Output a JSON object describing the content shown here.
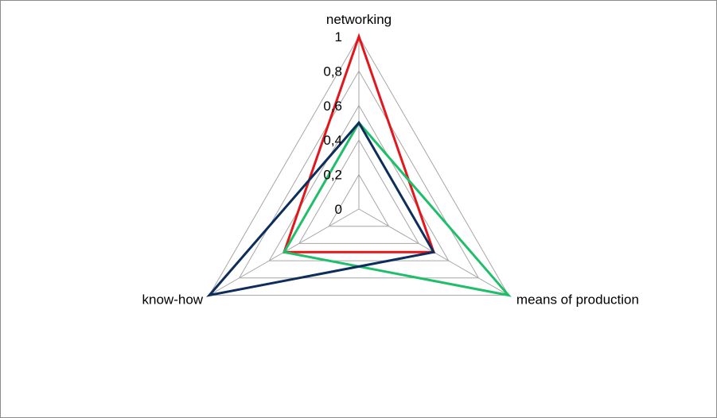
{
  "chart_data": {
    "type": "radar",
    "axes": [
      "networking",
      "means of production",
      "know-how"
    ],
    "ticks": [
      "0",
      "0,2",
      "0,4",
      "0,6",
      "0,8",
      "1"
    ],
    "rlim": [
      0,
      1
    ],
    "grid": true,
    "legend": "none",
    "series": [
      {
        "color": "#e3161b",
        "values": [
          1.0,
          0.5,
          0.5
        ]
      },
      {
        "color": "#1fbf6a",
        "values": [
          0.5,
          1.0,
          0.5
        ]
      },
      {
        "color": "#0d2d5c",
        "values": [
          0.5,
          0.5,
          1.0
        ]
      }
    ]
  }
}
